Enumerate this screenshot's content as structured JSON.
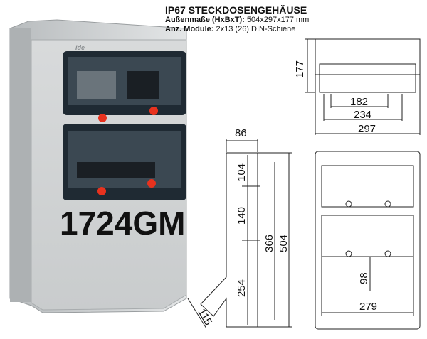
{
  "header": {
    "title": "IP67 STECKDOSENGEHÄUSE",
    "dimensions_label": "Außenmaße (HxBxT):",
    "dimensions_value": "504x297x177 mm",
    "modules_label": "Anz. Module:",
    "modules_value": "2x13 (26) DIN-Schiene"
  },
  "product": {
    "model": "1724GM",
    "logo": "ide",
    "accent_color": "#e8321e"
  },
  "drawings": {
    "top_view": {
      "depth": "177",
      "d1": "182",
      "d2": "234",
      "d3": "297"
    },
    "side_view": {
      "top": "86",
      "upper": "104",
      "middle": "140",
      "lower": "254",
      "inner": "366",
      "height": "504",
      "slope": "115"
    },
    "front_view": {
      "offset": "98",
      "width": "279"
    }
  }
}
